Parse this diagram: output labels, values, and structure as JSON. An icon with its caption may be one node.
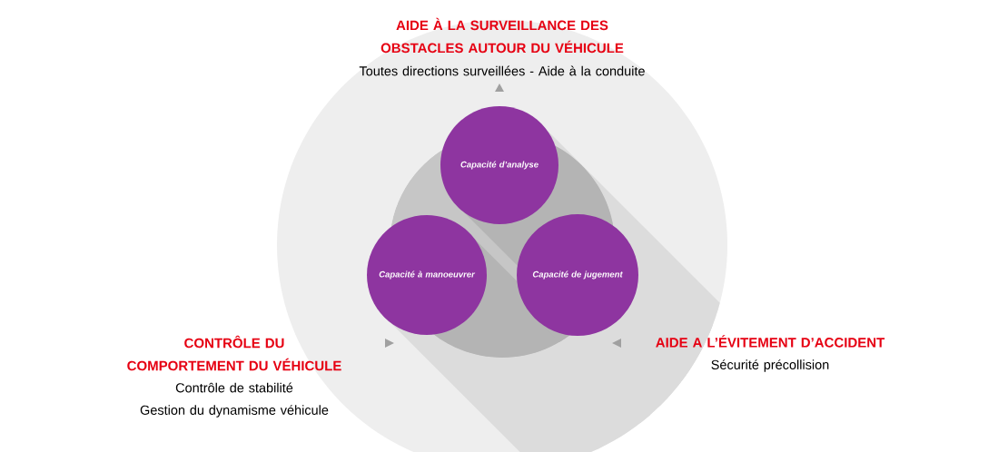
{
  "diagram": {
    "nodes": [
      {
        "text": [
          "Capacité d’analyse"
        ]
      },
      {
        "text": [
          "Capacité à manoeuvrer"
        ]
      },
      {
        "text": [
          "Capacité de jugement"
        ]
      }
    ],
    "labels": [
      "AIDE À LA SURVEILLANCE DES OBSTACLES AUTOUR DU VÉHICULE",
      "Toutes directions surveillées - Aide à la conduite",
      "CONTRÔLE DU COMPORTEMENT DU VÉHICULE",
      "AIDE A L’ÉVITEMENT D’ACCIDENT",
      "Sécurité précollision",
      "Contrôle de stabilité",
      "Gestion du dynamisme véhicule"
    ]
  }
}
